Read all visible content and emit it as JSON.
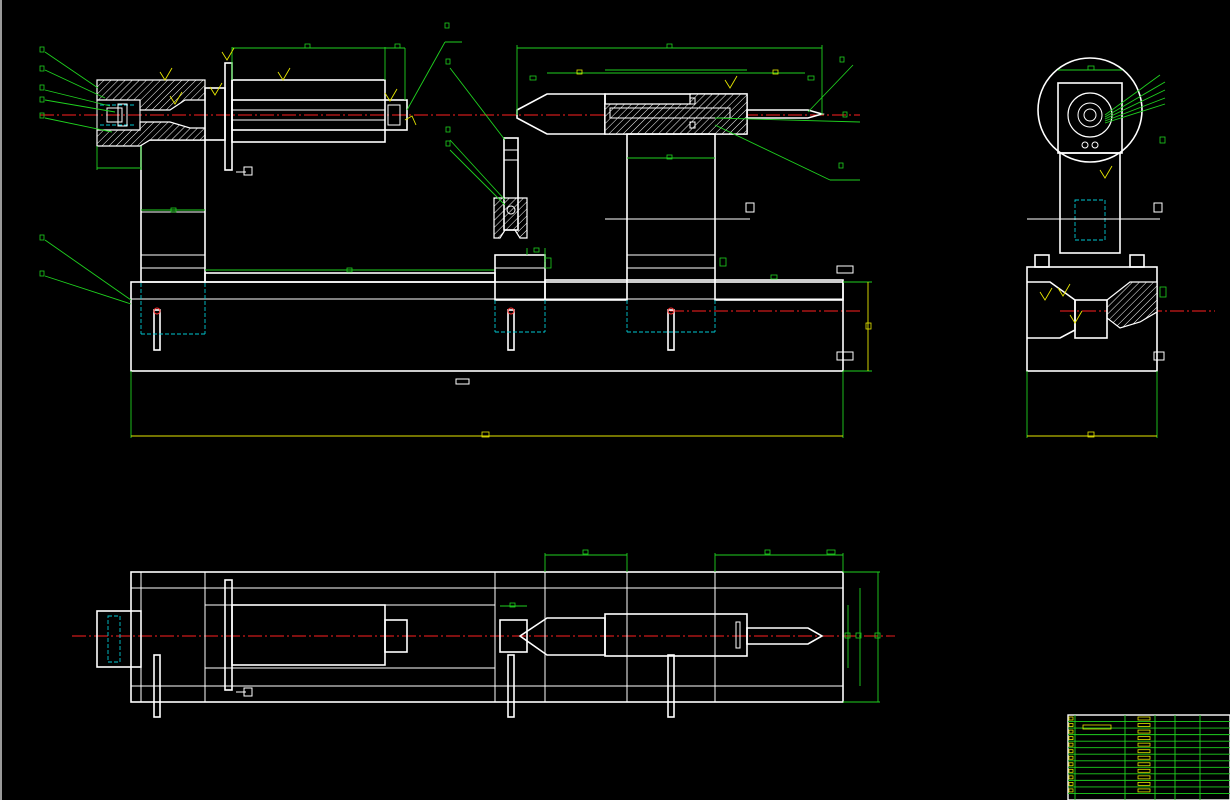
{
  "window": {
    "title": ""
  },
  "drawing": {
    "background": "#000000",
    "colors": {
      "outline": "#ffffff",
      "dimension": "#1fd11f",
      "surface_symbol": "#e6e600",
      "hidden_line": "#00c8d2",
      "center_line": "#ff2020"
    },
    "views": {
      "front": "front-view",
      "side": "side-view",
      "top": "top-view"
    },
    "title_block": {
      "rows": 13
    }
  }
}
